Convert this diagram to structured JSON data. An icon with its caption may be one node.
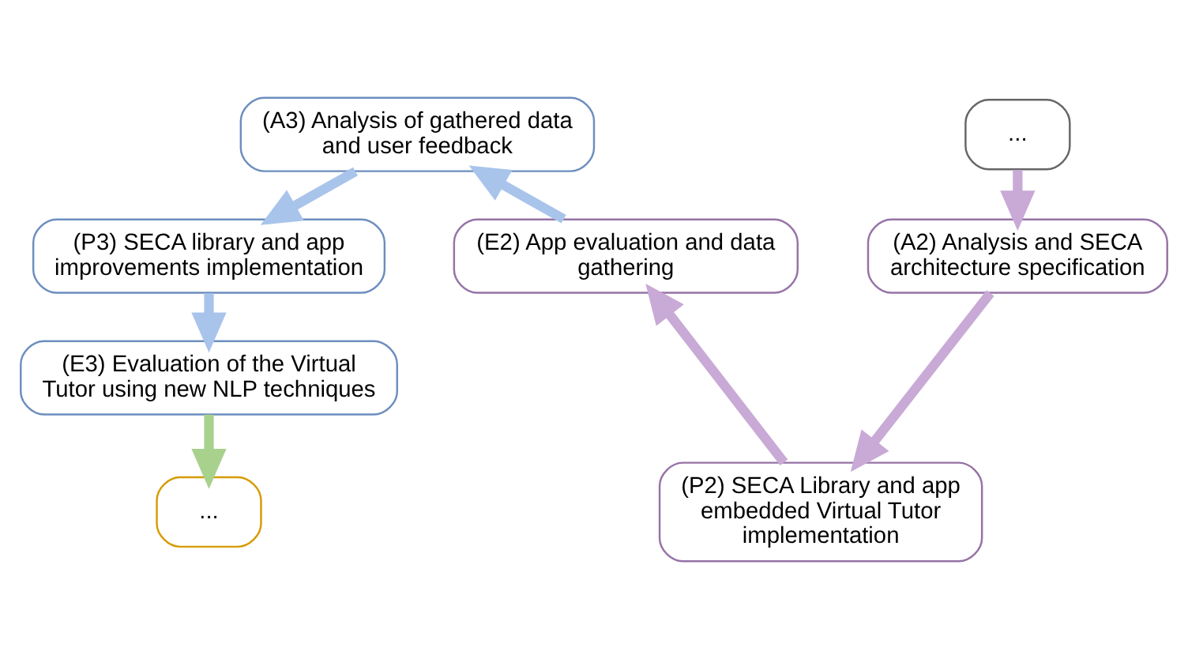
{
  "diagram": {
    "nodes": [
      {
        "text": [
          "(A3) Analysis of gathered data and user feedback"
        ]
      },
      {
        "text": [
          "(E2) App evaluation and data gathering"
        ]
      },
      {
        "text": [
          "(A2) Analysis and SECA architecture specification"
        ]
      },
      {
        "text": [
          "(P3) SECA library and app improvements implementation"
        ]
      },
      {
        "text": [
          "..."
        ]
      },
      {
        "text": [
          "..."
        ]
      },
      {
        "text": [
          "(P2) SECA Library and app embedded Virtual Tutor implementation"
        ]
      },
      {
        "text": [
          "(E3) Evaluation of the Virtual Tutor using new NLP techniques"
        ]
      }
    ],
    "edges": [
      {
        "from": 1,
        "to": 0,
        "arrow": "to"
      },
      {
        "from": 0,
        "to": 3,
        "arrow": "to"
      },
      {
        "from": 3,
        "to": 7,
        "arrow": "to"
      },
      {
        "from": 7,
        "to": 5,
        "arrow": "to",
        "color": "#a9d18e"
      },
      {
        "from": 4,
        "to": 2,
        "arrow": "to",
        "color": "#c9a9d6"
      },
      {
        "from": 2,
        "to": 6,
        "arrow": "to",
        "color": "#c9a9d6"
      },
      {
        "from": 6,
        "to": 1,
        "arrow": "to",
        "color": "#c9a9d6"
      }
    ]
  }
}
